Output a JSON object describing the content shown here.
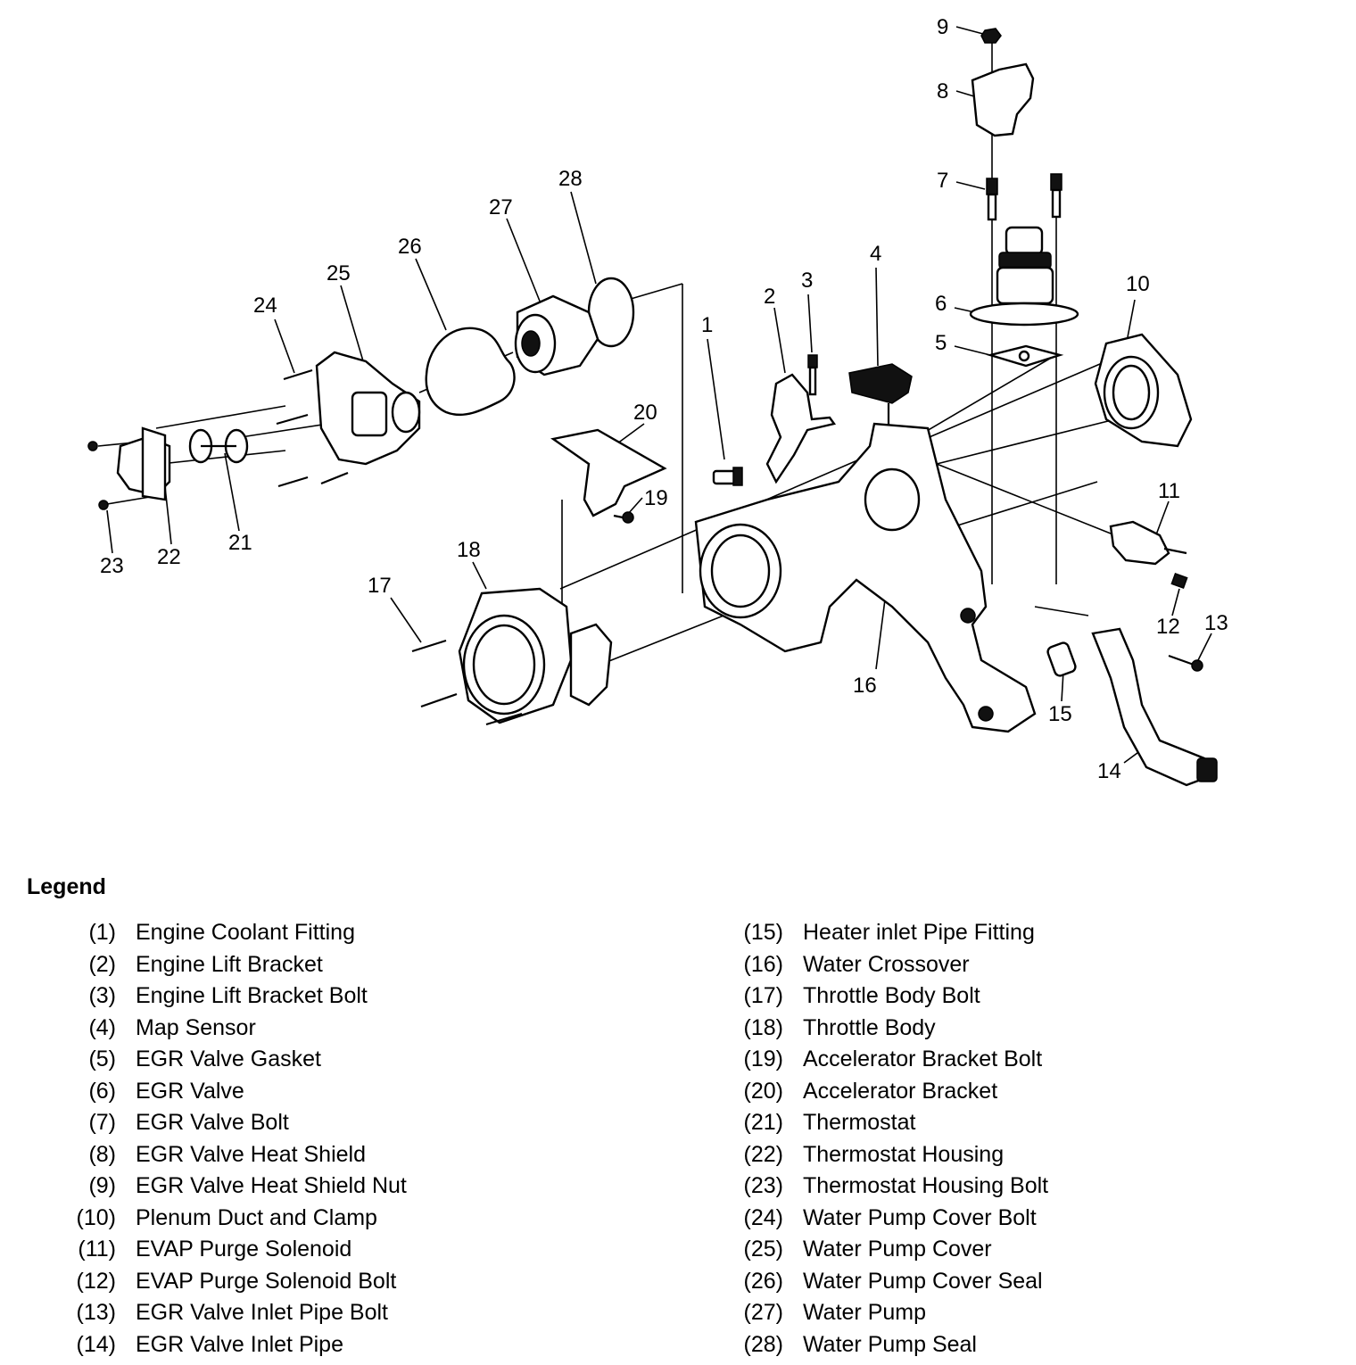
{
  "legend": {
    "title": "Legend",
    "items": [
      {
        "num": "(1)",
        "label": "Engine Coolant Fitting"
      },
      {
        "num": "(2)",
        "label": "Engine Lift Bracket"
      },
      {
        "num": "(3)",
        "label": "Engine Lift Bracket Bolt"
      },
      {
        "num": "(4)",
        "label": "Map Sensor"
      },
      {
        "num": "(5)",
        "label": "EGR Valve Gasket"
      },
      {
        "num": "(6)",
        "label": "EGR Valve"
      },
      {
        "num": "(7)",
        "label": "EGR Valve Bolt"
      },
      {
        "num": "(8)",
        "label": "EGR Valve Heat Shield"
      },
      {
        "num": "(9)",
        "label": "EGR Valve Heat Shield Nut"
      },
      {
        "num": "(10)",
        "label": "Plenum Duct and Clamp"
      },
      {
        "num": "(11)",
        "label": "EVAP Purge Solenoid"
      },
      {
        "num": "(12)",
        "label": "EVAP Purge Solenoid Bolt"
      },
      {
        "num": "(13)",
        "label": "EGR Valve Inlet Pipe Bolt"
      },
      {
        "num": "(14)",
        "label": "EGR Valve Inlet Pipe"
      },
      {
        "num": "(15)",
        "label": "Heater inlet Pipe Fitting"
      },
      {
        "num": "(16)",
        "label": "Water Crossover"
      },
      {
        "num": "(17)",
        "label": "Throttle Body Bolt"
      },
      {
        "num": "(18)",
        "label": "Throttle Body"
      },
      {
        "num": "(19)",
        "label": "Accelerator Bracket Bolt"
      },
      {
        "num": "(20)",
        "label": "Accelerator Bracket"
      },
      {
        "num": "(21)",
        "label": "Thermostat"
      },
      {
        "num": "(22)",
        "label": "Thermostat Housing"
      },
      {
        "num": "(23)",
        "label": "Thermostat Housing Bolt"
      },
      {
        "num": "(24)",
        "label": "Water Pump Cover Bolt"
      },
      {
        "num": "(25)",
        "label": "Water Pump Cover"
      },
      {
        "num": "(26)",
        "label": "Water Pump Cover Seal"
      },
      {
        "num": "(27)",
        "label": "Water Pump"
      },
      {
        "num": "(28)",
        "label": "Water Pump Seal"
      }
    ]
  },
  "callouts": [
    "1",
    "2",
    "3",
    "4",
    "5",
    "6",
    "7",
    "8",
    "9",
    "10",
    "11",
    "12",
    "13",
    "14",
    "15",
    "16",
    "17",
    "18",
    "19",
    "20",
    "21",
    "22",
    "23",
    "24",
    "25",
    "26",
    "27",
    "28"
  ]
}
